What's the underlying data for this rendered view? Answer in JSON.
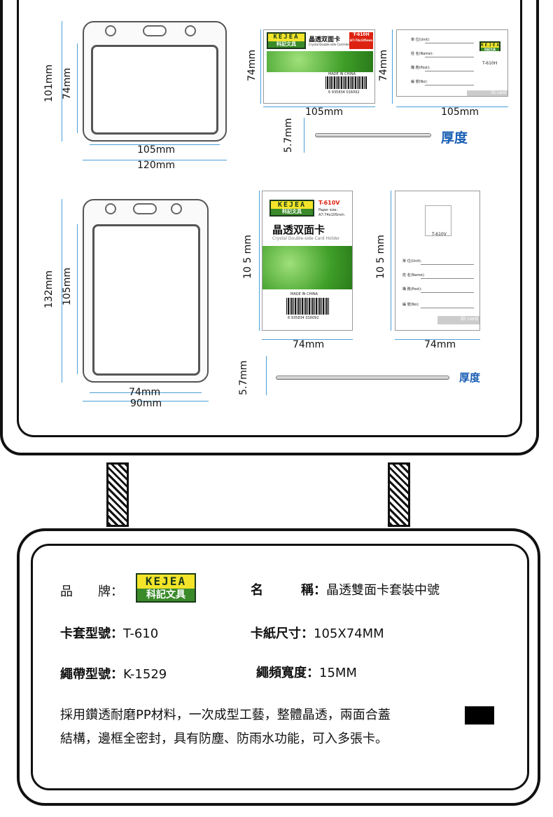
{
  "diagram_top": {
    "holder_height": "101mm",
    "window_height": "74mm",
    "window_width": "105mm",
    "holder_width": "120mm",
    "card_front_height": "74mm",
    "card_front_width": "105mm",
    "card_back_height": "74mm",
    "card_back_width": "105mm",
    "thickness_dim": "5.7mm",
    "thickness_label": "厚度",
    "card_model": "T-610H"
  },
  "diagram_bottom": {
    "holder_height": "132mm",
    "window_height": "105mm",
    "window_width": "74mm",
    "holder_width": "90mm",
    "card_front_height": "10 5 mm",
    "card_front_width": "74mm",
    "card_back_height": "10 5 mm",
    "card_back_width": "74mm",
    "thickness_dim": "5.7mm",
    "thickness_label": "厚度",
    "card_model": "T-610V"
  },
  "card_front": {
    "brand_en": "KEJEA",
    "brand_cn": "科記文具",
    "title": "晶透双面卡",
    "subtitle": "Crystal Double-side Card Holder",
    "paper_size_label": "Paper size:",
    "paper_size_value": "A7:74x105mm",
    "made_in": "MADE IN CHINA",
    "barcode_number": "6 935834 016092"
  },
  "card_back": {
    "field_unit": "單 位(Unit):",
    "field_name": "姓 名(Name):",
    "field_post": "職 務(Post):",
    "field_no": "編 號(No):",
    "id_card": "ID card"
  },
  "info": {
    "brand_label": "品　　牌：",
    "brand_logo_en": "KEJEA",
    "brand_logo_cn": "科記文具",
    "name_label": "名　　　稱：",
    "name_value": "晶透雙面卡套裝中號",
    "model_label": "卡套型號：",
    "model_value": "T-610",
    "paper_label": "卡紙尺寸：",
    "paper_value": "105X74MM",
    "strap_label": "繩帶型號：",
    "strap_value": "K-1529",
    "strap_width_label": "繩頻寬度：",
    "strap_width_value": "15MM",
    "desc_line1": "採用鑽透耐磨PP材料，一次成型工藝，整體晶透，兩面合蓋",
    "desc_line2": "結構，邊框全密封，具有防塵、防雨水功能，可入多張卡。"
  },
  "colors": {
    "dimension_line": "#4aa0d8",
    "frame": "#111111",
    "logo_yellow": "#f3e42a",
    "logo_green": "#3a8a2a",
    "thickness_label": "#1a5fb4"
  }
}
